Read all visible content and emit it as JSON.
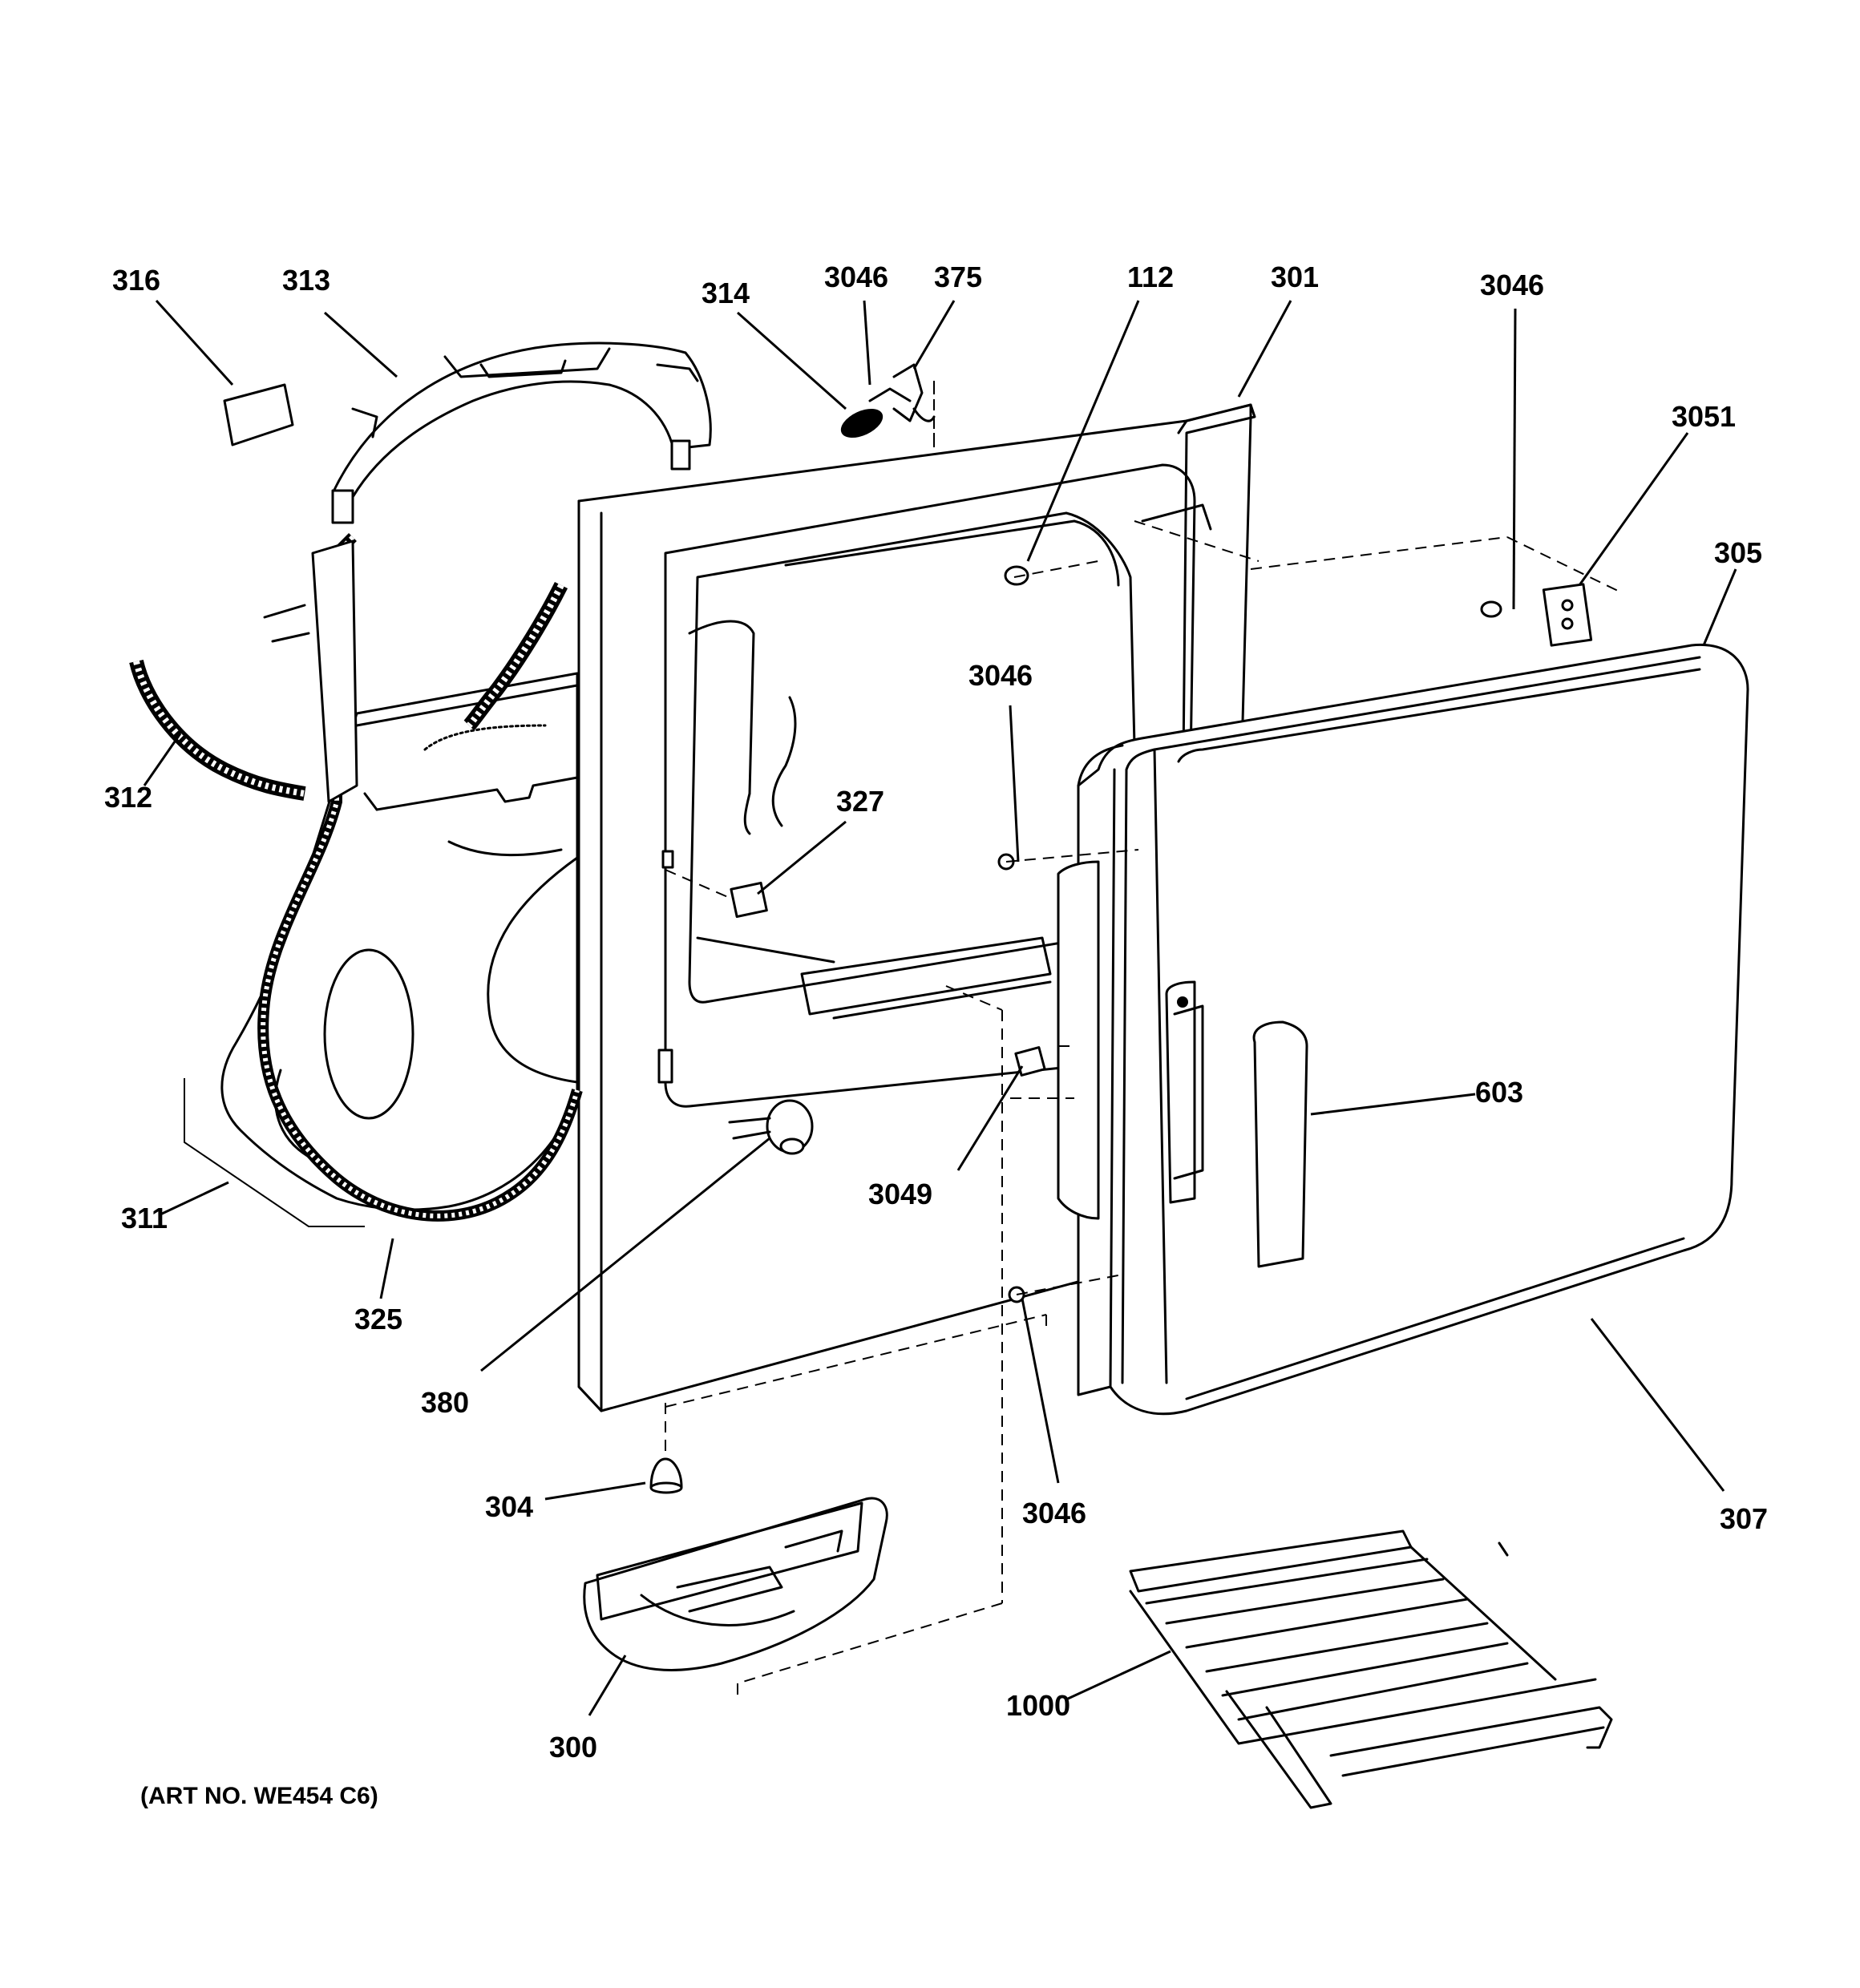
{
  "diagram": {
    "caption": "(ART NO. WE454 C6)",
    "callouts": [
      {
        "id": "316",
        "text": "316"
      },
      {
        "id": "313",
        "text": "313"
      },
      {
        "id": "314",
        "text": "314"
      },
      {
        "id": "3046a",
        "text": "3046"
      },
      {
        "id": "375",
        "text": "375"
      },
      {
        "id": "112",
        "text": "112"
      },
      {
        "id": "301",
        "text": "301"
      },
      {
        "id": "3046b",
        "text": "3046"
      },
      {
        "id": "3051",
        "text": "3051"
      },
      {
        "id": "305",
        "text": "305"
      },
      {
        "id": "312",
        "text": "312"
      },
      {
        "id": "3046c",
        "text": "3046"
      },
      {
        "id": "327",
        "text": "327"
      },
      {
        "id": "603",
        "text": "603"
      },
      {
        "id": "3049",
        "text": "3049"
      },
      {
        "id": "311",
        "text": "311"
      },
      {
        "id": "325",
        "text": "325"
      },
      {
        "id": "380",
        "text": "380"
      },
      {
        "id": "304",
        "text": "304"
      },
      {
        "id": "3046d",
        "text": "3046"
      },
      {
        "id": "307",
        "text": "307"
      },
      {
        "id": "1000",
        "text": "1000"
      },
      {
        "id": "300",
        "text": "300"
      }
    ]
  }
}
